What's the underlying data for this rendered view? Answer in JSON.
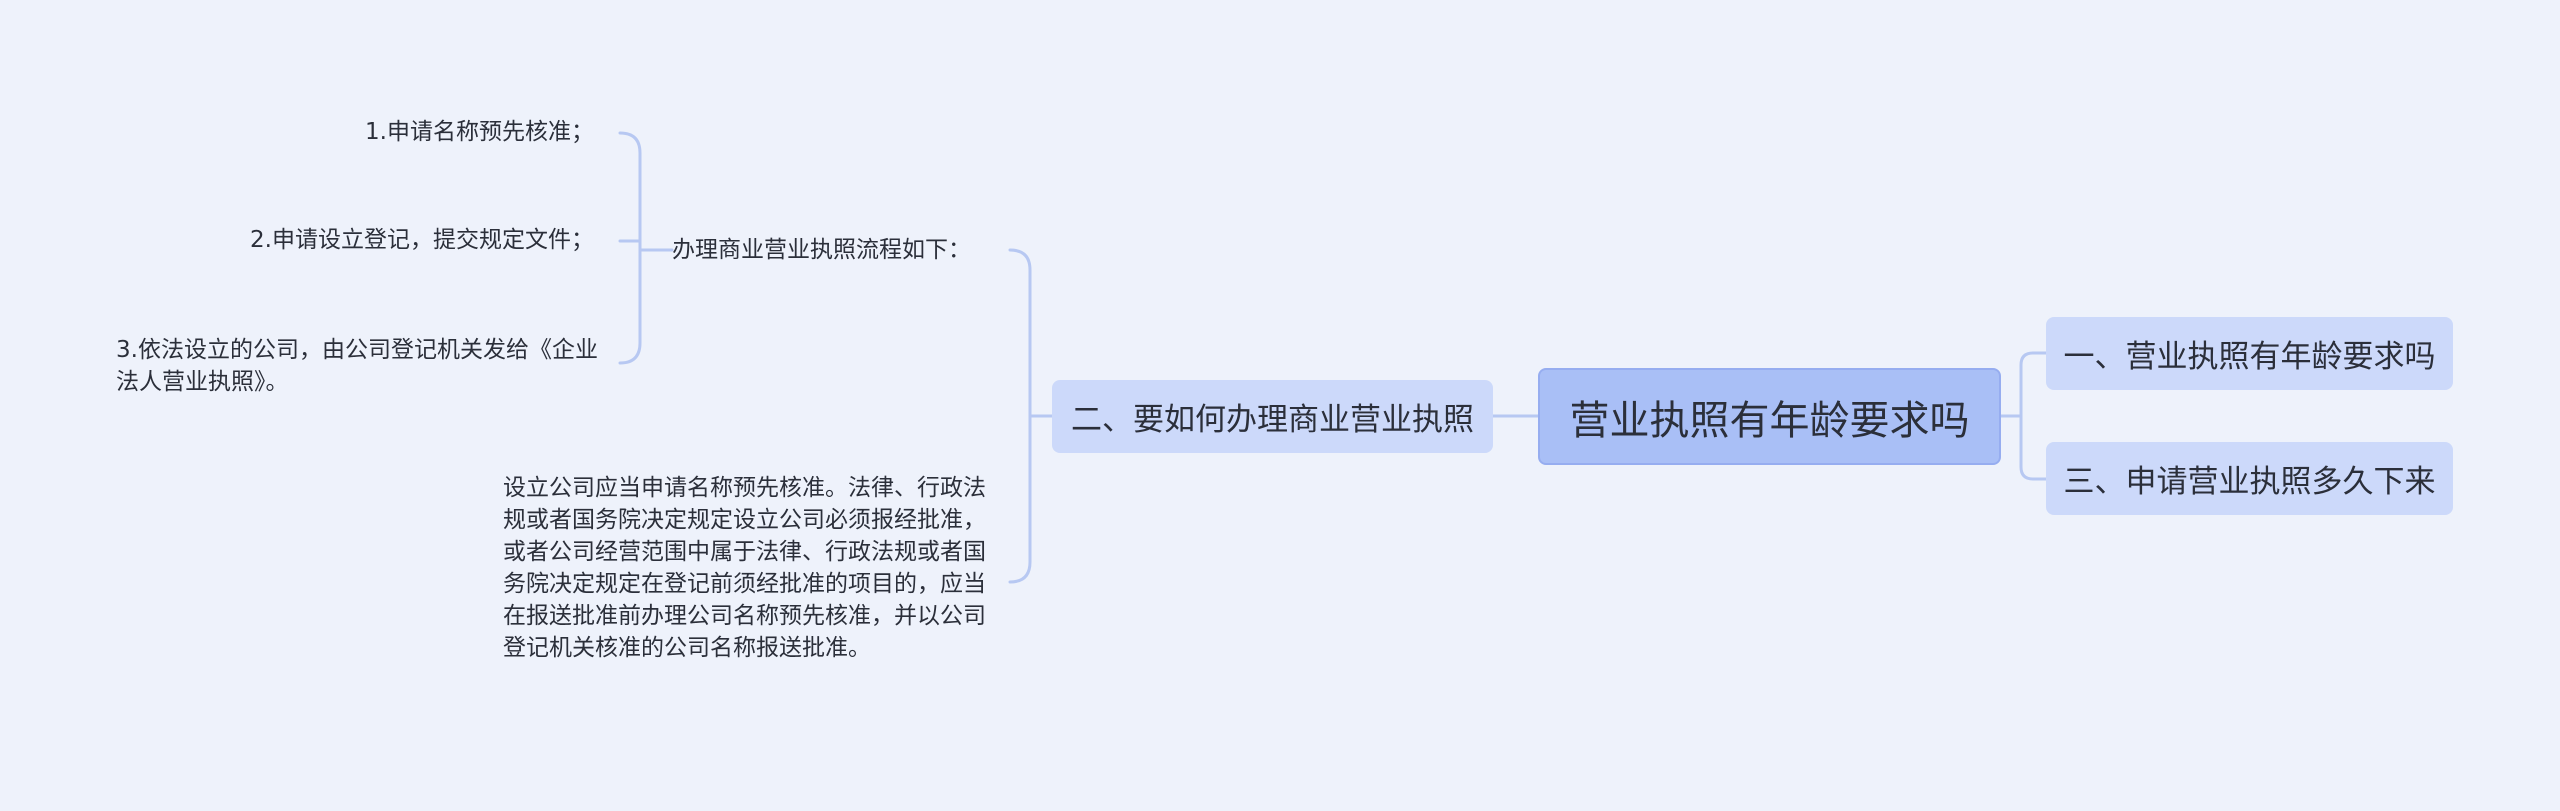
{
  "root": {
    "label": "营业执照有年龄要求吗"
  },
  "branches": {
    "age": "一、营业执照有年龄要求吗",
    "how": "二、要如何办理商业营业执照",
    "time": "三、申请营业执照多久下来"
  },
  "how_children": {
    "flow_title": "办理商业营业执照流程如下：",
    "steps": [
      "1.申请名称预先核准；",
      "2.申请设立登记，提交规定文件；",
      "3.依法设立的公司，由公司登记机关发给《企业法人营业执照》。"
    ],
    "description": "设立公司应当申请名称预先核准。法律、行政法规或者国务院决定规定设立公司必须报经批准，或者公司经营范围中属于法律、行政法规或者国务院决定规定在登记前须经批准的项目的，应当在报送批准前办理公司名称预先核准，并以公司登记机关核准的公司名称报送批准。"
  },
  "colors": {
    "background": "#eef2fb",
    "root_fill": "#a9bff6",
    "branch_fill": "#ccd9fa",
    "connector": "#b7c8f2",
    "text": "#2b2f3a"
  }
}
